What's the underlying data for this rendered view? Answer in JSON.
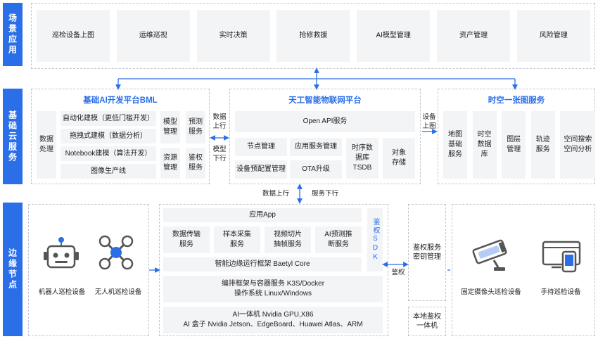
{
  "side_labels": {
    "scene": "场景应用",
    "cloud": "基础云服务",
    "edge": "边缘节点"
  },
  "scene_items": [
    "巡检设备上图",
    "运维巡视",
    "实时决策",
    "抢修救援",
    "AI模型管理",
    "资产管理",
    "风险管理"
  ],
  "bml": {
    "title": "基础AI开发平台BML",
    "data_process": "数据\n处理",
    "list": [
      "自动化建模（更低门槛开发）",
      "拖拽式建模（数据分析）",
      "Notebook建模（算法开发）",
      "图像生产线"
    ],
    "model_manage": "模型\n管理",
    "resource_manage": "资源\n管理",
    "predict_service": "预测\n服务",
    "auth_service": "鉴权\n服务"
  },
  "bml_iot_link": {
    "up": "数据\n上行",
    "down": "模型\n下行"
  },
  "iot": {
    "title": "天工智能物联网平台",
    "open_api": "Open API服务",
    "node_manage": "节点管理",
    "app_service_manage": "应用服务管理",
    "device_config": "设备预配置管理",
    "ota": "OTA升级",
    "tsdb": "时序数\n据库\nTSDB",
    "object_storage": "对象\n存储"
  },
  "iot_map_link": "设备\n上图",
  "map": {
    "title": "时空一张图服务",
    "items": [
      "地图\n基础\n服务",
      "时空\n数据\n库",
      "图层\n管理",
      "轨迹\n服务",
      "空间搜索\n空间分析"
    ]
  },
  "cloud_edge_link": {
    "up": "数据上行",
    "down": "服务下行"
  },
  "edge_left": {
    "robot": "机器人巡检设备",
    "drone": "无人机巡检设备"
  },
  "edge_core": {
    "app": "应用App",
    "modules": [
      "数据传输\n服务",
      "样本采集\n服务",
      "视频切片\n抽帧服务",
      "AI预测推\n断服务"
    ],
    "runtime": "智能边缘运行框架 Baetyl Core",
    "orchestration": "编排框架与容器服务 K3S/Docker",
    "os": "操作系统 Linux/Windows",
    "hardware_line1": "AI一体机 Nvidia GPU,X86",
    "hardware_line2": "AI 盒子 Nvidia Jetson、EdgeBoard、Huawei Atlas、ARM",
    "auth_sdk": "鉴权SDK"
  },
  "auth_link": "鉴权",
  "auth_key": "鉴权服务\n密钥管理",
  "local_auth": "本地鉴权\n一体机",
  "edge_right": {
    "camera": "固定摄像头巡检设备",
    "handheld": "手持巡检设备"
  },
  "colors": {
    "accent": "#2a6ee8",
    "box": "#f3f4f6",
    "dash": "#bfc6d1"
  }
}
